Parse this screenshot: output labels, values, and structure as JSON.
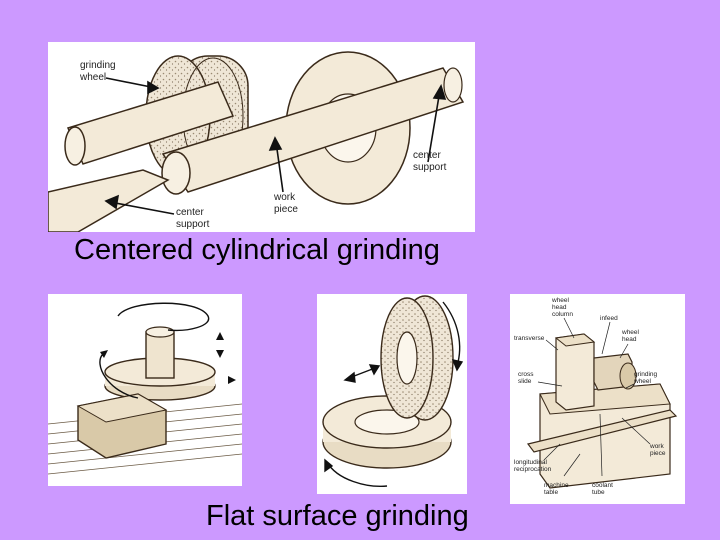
{
  "captions": {
    "top": "Centered cylindrical grinding",
    "bottom": "Flat surface grinding"
  },
  "cylindrical": {
    "grinding_wheel": [
      "grinding",
      "wheel"
    ],
    "center_support_right": [
      "center",
      "support"
    ],
    "work_piece": [
      "work",
      "piece"
    ],
    "center_support_left": [
      "center",
      "support"
    ]
  },
  "machine": {
    "wheel_head_column": [
      "wheel",
      "head",
      "column"
    ],
    "infeed": "infeed",
    "transverse": "transverse",
    "wheel_head": [
      "wheel",
      "head"
    ],
    "cross_slide": [
      "cross",
      "slide"
    ],
    "grinding_wheel": [
      "grinding",
      "wheel"
    ],
    "work_piece": [
      "work",
      "piece"
    ],
    "longitudinal_reciprocation": [
      "longitudinal",
      "reciprocation"
    ],
    "machine_table": [
      "machine",
      "table"
    ],
    "coolant_tube": [
      "coolant",
      "tube"
    ]
  },
  "colors": {
    "background": "#cc99ff",
    "panel": "#ffffff",
    "ink": "#3a2a1a",
    "sketch_fill": "#f3ead8"
  }
}
